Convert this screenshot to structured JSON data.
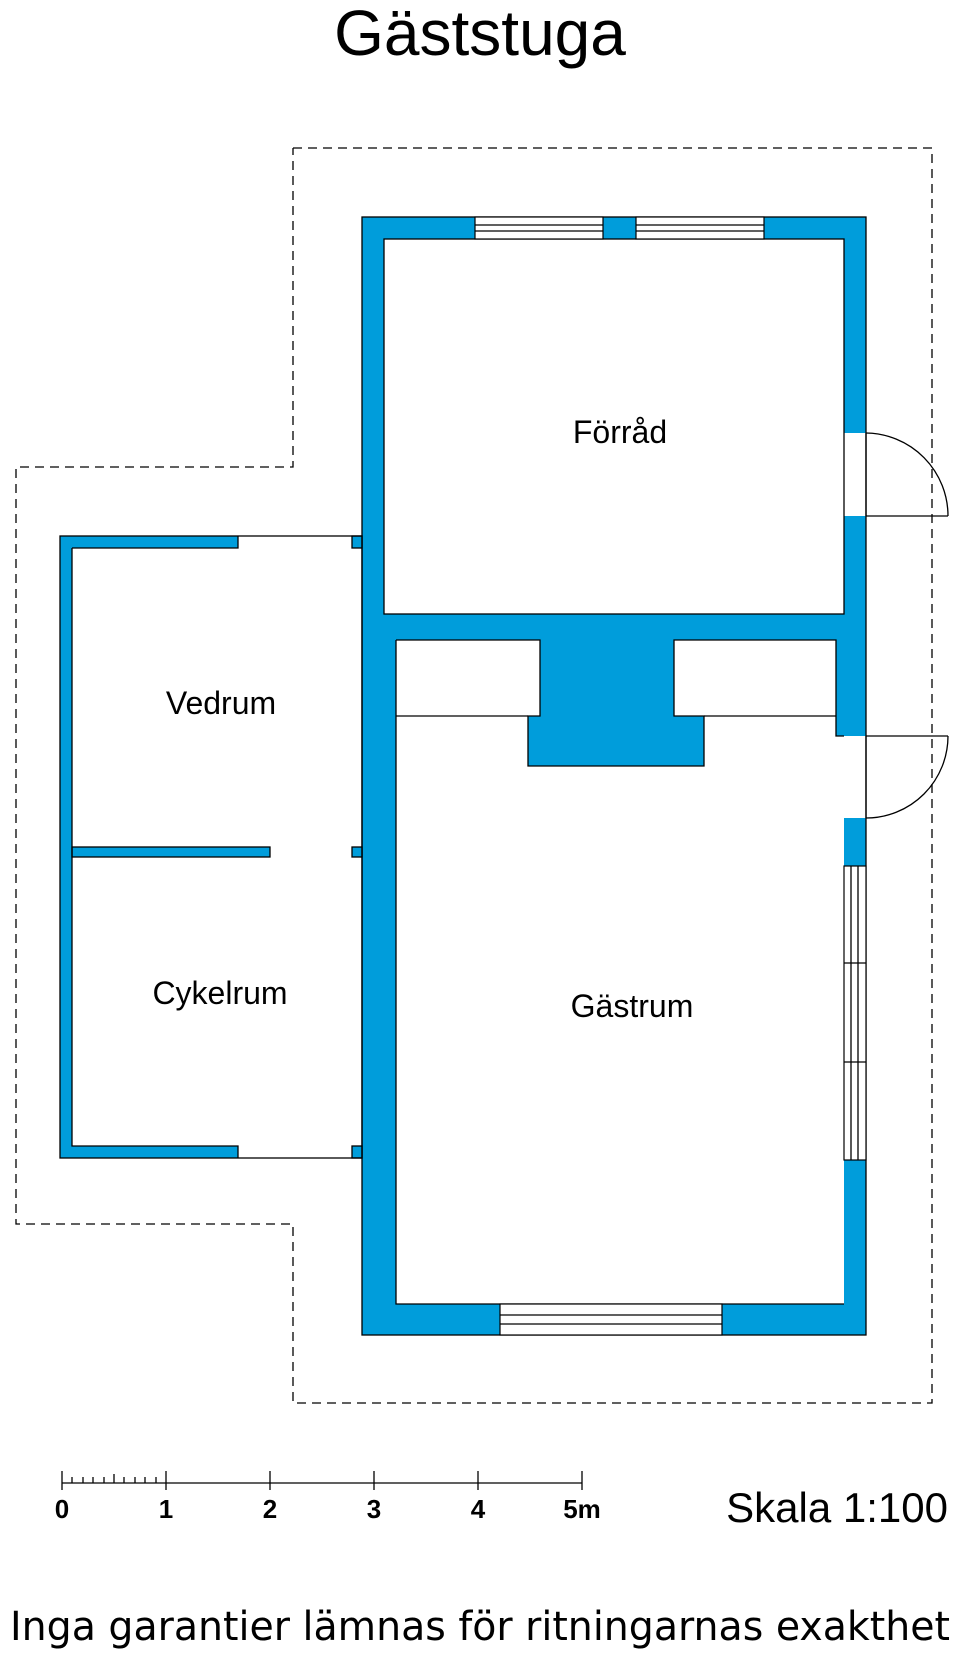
{
  "title": "Gäststuga",
  "rooms": {
    "forrad": "Förråd",
    "vedrum": "Vedrum",
    "cykelrum": "Cykelrum",
    "gastrum": "Gästrum"
  },
  "scale_bar": {
    "ticks": [
      "0",
      "1",
      "2",
      "3",
      "4",
      "5m"
    ],
    "label": "Skala 1:100"
  },
  "disclaimer": "Inga garantier lämnas för ritningarnas exakthet",
  "colors": {
    "wall": "#009ddb",
    "line": "#000000",
    "background": "#ffffff"
  }
}
